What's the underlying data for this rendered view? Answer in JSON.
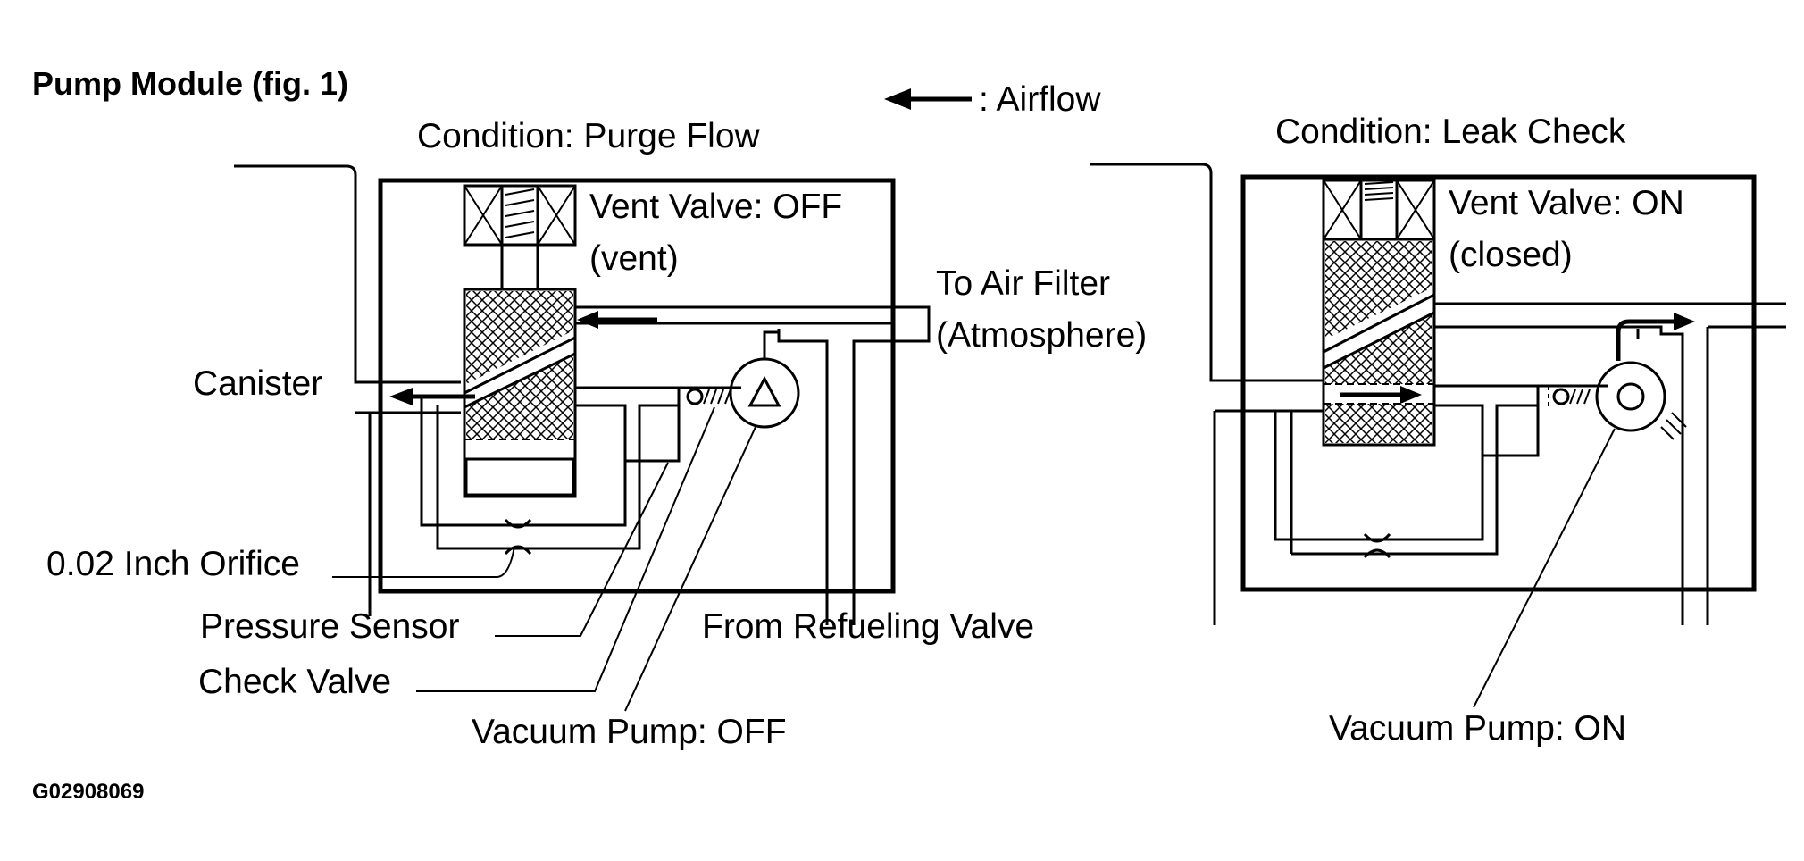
{
  "figure": {
    "title": "Pump Module (fig. 1)",
    "airflow_legend": ": Airflow",
    "code": "G02908069"
  },
  "left_panel": {
    "condition": "Condition: Purge Flow",
    "vent_valve_state": "Vent Valve: OFF",
    "vent_valve_position": "(vent)",
    "to_air_filter": "To Air Filter",
    "atmosphere": "(Atmosphere)",
    "canister": "Canister",
    "orifice": "0.02 Inch Orifice",
    "pressure_sensor": "Pressure Sensor",
    "check_valve": "Check Valve",
    "vacuum_pump": "Vacuum Pump: OFF",
    "refueling_valve": "From Refueling Valve"
  },
  "right_panel": {
    "condition": "Condition: Leak Check",
    "vent_valve_state": "Vent Valve: ON",
    "vent_valve_position": "(closed)",
    "vacuum_pump": "Vacuum Pump: ON"
  }
}
